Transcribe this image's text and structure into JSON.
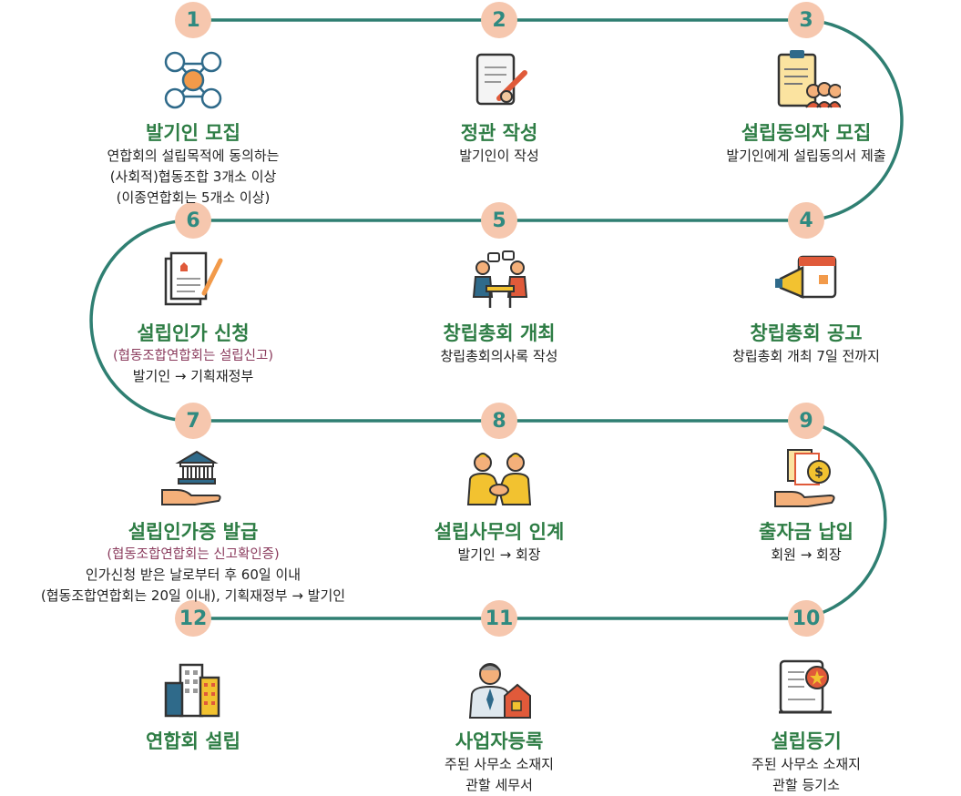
{
  "steps": [
    {
      "num": "1",
      "title": "발기인 모집",
      "sub": "",
      "desc": [
        "연합회의 설립목적에 동의하는",
        "(사회적)협동조합 3개소 이상",
        "(이종연합회는 5개소 이상)"
      ],
      "icon": "people-network-icon"
    },
    {
      "num": "2",
      "title": "정관 작성",
      "sub": "",
      "desc": [
        "발기인이 작성"
      ],
      "icon": "document-pen-icon"
    },
    {
      "num": "3",
      "title": "설립동의자 모집",
      "sub": "",
      "desc": [
        "발기인에게 설립동의서 제출"
      ],
      "icon": "clipboard-group-icon"
    },
    {
      "num": "4",
      "title": "창립총회 공고",
      "sub": "",
      "desc": [
        "창립총회 개최 7일 전까지"
      ],
      "icon": "megaphone-calendar-icon"
    },
    {
      "num": "5",
      "title": "창립총회 개최",
      "sub": "",
      "desc": [
        "창립총회의사록 작성"
      ],
      "icon": "meeting-icon"
    },
    {
      "num": "6",
      "title": "설립인가 신청",
      "sub": "(협동조합연합회는 설립신고)",
      "desc": [
        "발기인 → 기획재정부"
      ],
      "icon": "application-documents-icon"
    },
    {
      "num": "7",
      "title": "설립인가증 발급",
      "sub": "(협동조합연합회는 신고확인증)",
      "desc": [
        "인가신청 받은 날로부터 후 60일 이내",
        "(협동조합연합회는 20일 이내), 기획재정부 → 발기인"
      ],
      "icon": "bank-hand-icon"
    },
    {
      "num": "8",
      "title": "설립사무의 인계",
      "sub": "",
      "desc": [
        "발기인 → 회장"
      ],
      "icon": "handshake-icon"
    },
    {
      "num": "9",
      "title": "출자금 납입",
      "sub": "",
      "desc": [
        "회원 → 회장"
      ],
      "icon": "money-hand-icon"
    },
    {
      "num": "10",
      "title": "설립등기",
      "sub": "",
      "desc": [
        "주된 사무소 소재지",
        "관할 등기소"
      ],
      "icon": "certificate-scroll-icon"
    },
    {
      "num": "11",
      "title": "사업자등록",
      "sub": "",
      "desc": [
        "주된 사무소 소재지",
        "관할 세무서"
      ],
      "icon": "businessman-house-icon"
    },
    {
      "num": "12",
      "title": "연합회 설립",
      "sub": "",
      "desc": [],
      "icon": "buildings-icon"
    }
  ],
  "colors": {
    "track": "#2f7f72",
    "badge_bg": "#f6c7ae",
    "badge_text": "#2f8a80",
    "title": "#2e7d45",
    "sub": "#8a3a5c"
  }
}
